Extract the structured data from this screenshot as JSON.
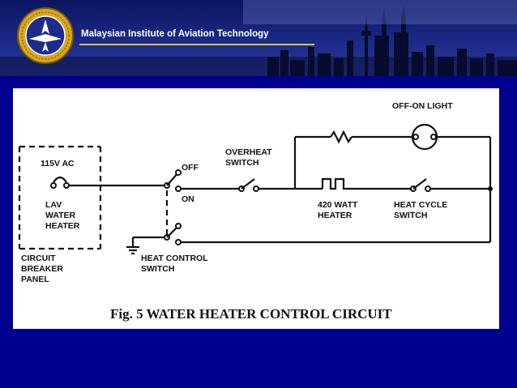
{
  "header": {
    "org_name": "Malaysian Institute of Aviation Technology"
  },
  "diagram": {
    "panel_labels": [
      "115V AC",
      "LAV",
      "WATER",
      "HEATER"
    ],
    "breaker_labels": [
      "CIRCUIT",
      "BREAKER",
      "PANEL"
    ],
    "switch_positions": {
      "off": "OFF",
      "on": "ON"
    },
    "overheat_switch": [
      "OVERHEAT",
      "SWITCH"
    ],
    "heater_element": [
      "420 WATT",
      "HEATER"
    ],
    "heat_cycle_switch": [
      "HEAT CYCLE",
      "SWITCH"
    ],
    "heat_control_switch": [
      "HEAT CONTROL",
      "SWITCH"
    ],
    "indicator_light": "OFF-ON LIGHT",
    "caption": "Fig. 5  WATER HEATER CONTROL CIRCUIT"
  }
}
